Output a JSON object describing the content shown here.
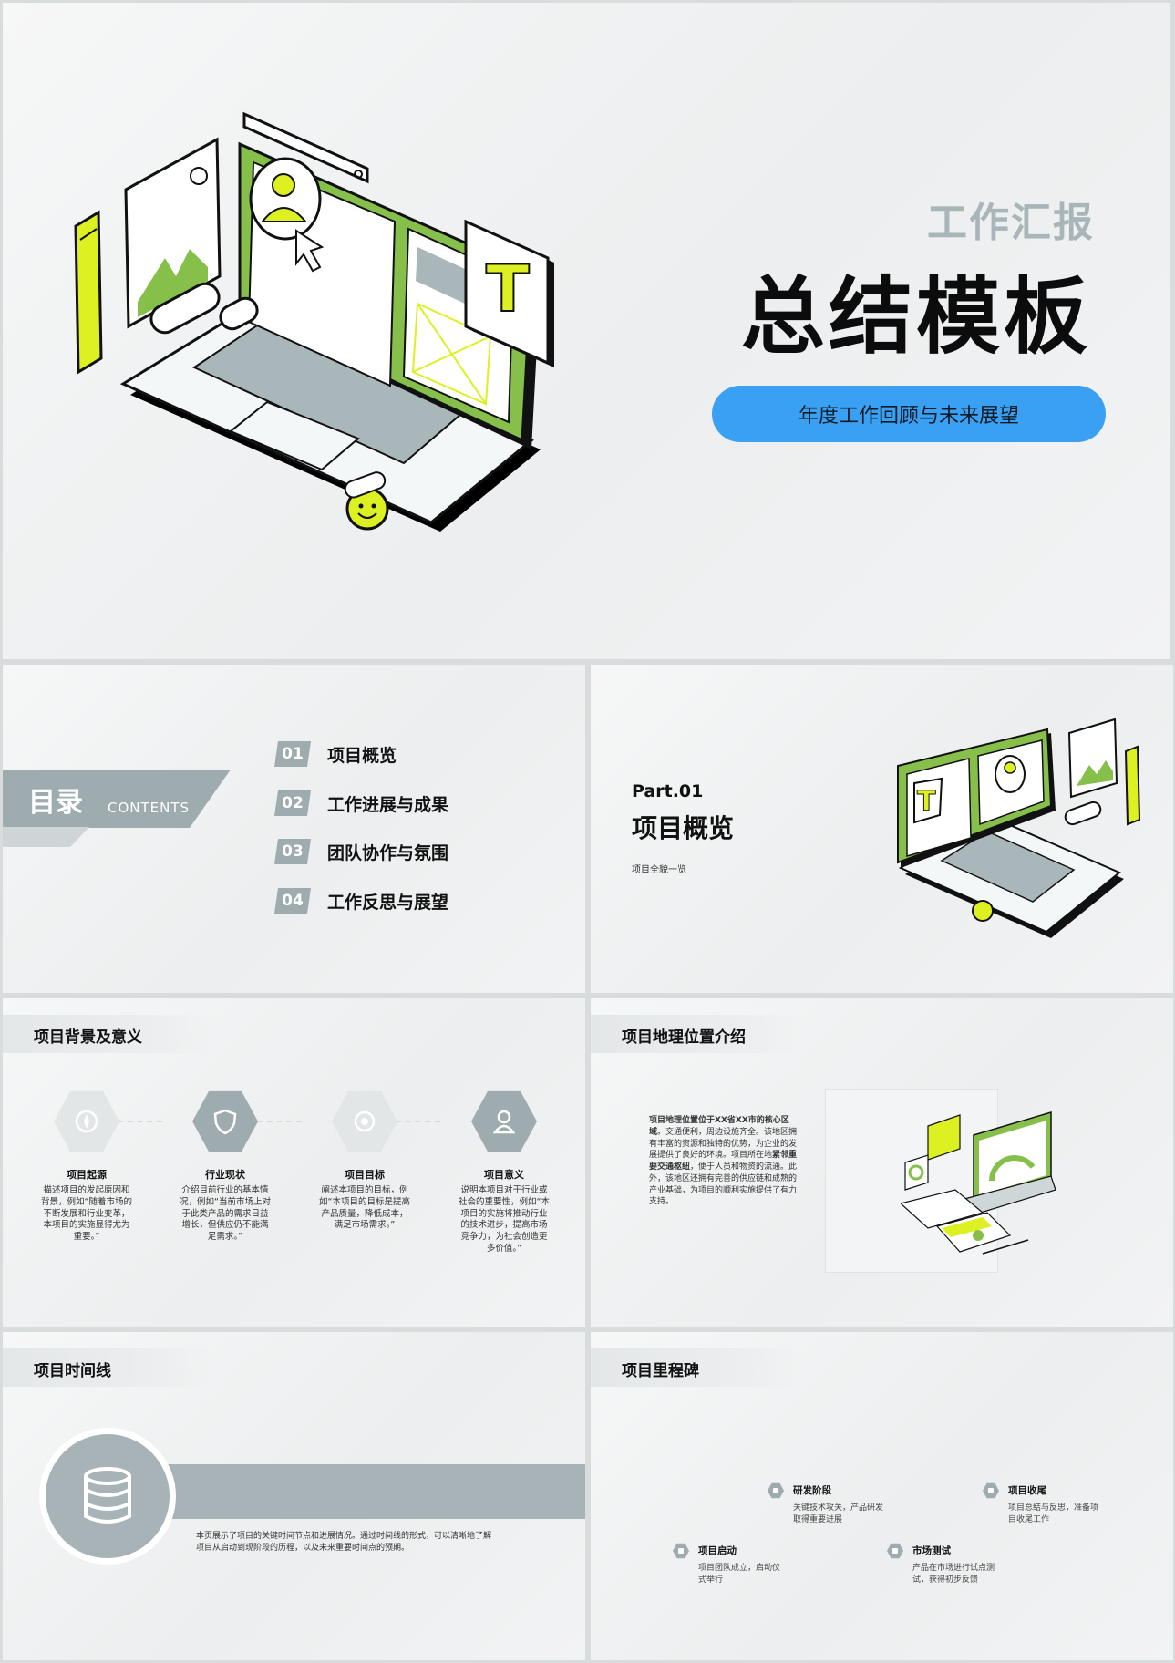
{
  "cover": {
    "subtitle_small": "工作汇报",
    "title": "总结模板",
    "pill": "年度工作回顾与未来展望",
    "illustration_letter": "T"
  },
  "toc": {
    "title": "目录",
    "subtitle": "CONTENTS",
    "items": [
      {
        "num": "01",
        "label": "项目概览"
      },
      {
        "num": "02",
        "label": "工作进展与成果"
      },
      {
        "num": "03",
        "label": "团队协作与氛围"
      },
      {
        "num": "04",
        "label": "工作反思与展望"
      }
    ]
  },
  "part": {
    "label": "Part.01",
    "title": "项目概览",
    "sub": "项目全貌一览"
  },
  "background": {
    "title": "项目背景及意义",
    "items": [
      {
        "title": "项目起源",
        "desc": "描述项目的发起原因和背景，例如“随着市场的不断发展和行业变革，本项目的实施显得尤为重要。”",
        "icon": "compass-icon"
      },
      {
        "title": "行业现状",
        "desc": "介绍目前行业的基本情况，例如“当前市场上对于此类产品的需求日益增长，但供应仍不能满足需求。”",
        "icon": "shield-icon"
      },
      {
        "title": "项目目标",
        "desc": "阐述本项目的目标，例如“本项目的目标是提高产品质量，降低成本，满足市场需求。”",
        "icon": "target-icon"
      },
      {
        "title": "项目意义",
        "desc": "说明本项目对于行业或社会的重要性，例如“本项目的实施将推动行业的技术进步，提高市场竞争力，为社会创造更多价值。”",
        "icon": "user-icon"
      }
    ]
  },
  "geo": {
    "title": "项目地理位置介绍",
    "lead": "项目地理位置位于XX省XX市的核心区域",
    "body1": "。交通便利，周边设施齐全。该地区拥有丰富的资源和独特的优势，为企业的发展提供了良好的环境。项目所在地",
    "bold2": "紧邻重要交通枢纽",
    "body2": "，便于人员和物资的流通。此外，该地区还拥有完善的供应链和成熟的产业基础，为项目的顺利实施提供了有力支持。"
  },
  "timeline": {
    "title": "项目时间线",
    "desc": "本页展示了项目的关键时间节点和进展情况。通过时间线的形式，可以清晰地了解项目从启动到现阶段的历程，以及未来重要时间点的预期。"
  },
  "milestones": {
    "title": "项目里程碑",
    "items": [
      {
        "title": "研发阶段",
        "desc": "关键技术攻关，产品研发取得重要进展"
      },
      {
        "title": "项目收尾",
        "desc": "项目总结与反思，准备项目收尾工作"
      },
      {
        "title": "项目启动",
        "desc": "项目团队成立，启动仪式举行"
      },
      {
        "title": "市场测试",
        "desc": "产品在市场进行试点测试，获得初步反馈"
      }
    ]
  },
  "colors": {
    "accent_blue": "#3aa0f3",
    "accent_green": "#86c04b",
    "accent_yellow": "#ddf021",
    "gray": "#9eabaf"
  }
}
